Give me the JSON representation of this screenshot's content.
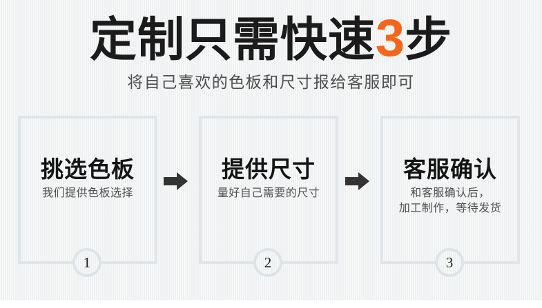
{
  "header": {
    "title_prefix": "定制只需快速",
    "title_number": "3",
    "title_suffix": "步",
    "subtitle": "将自己喜欢的色板和尺寸报给客服即可",
    "accent_color": "#f4661b",
    "title_color": "#1b1b1b",
    "subtitle_color": "#4d4d4d"
  },
  "steps": [
    {
      "number": "1",
      "title": "挑选色板",
      "desc_line1": "我们提供色板选择",
      "desc_line2": ""
    },
    {
      "number": "2",
      "title": "提供尺寸",
      "desc_line1": "量好自己需要的尺寸",
      "desc_line2": ""
    },
    {
      "number": "3",
      "title": "客服确认",
      "desc_line1": "和客服确认后，",
      "desc_line2": "加工制作，等待发货"
    }
  ],
  "arrows": [
    {
      "name": "arrow-right-1"
    },
    {
      "name": "arrow-right-2"
    }
  ],
  "theme": {
    "background": "#f2f3f4",
    "box_border": "#dfe5e9",
    "badge_border": "#dde4e8",
    "arrow_color": "#333333"
  }
}
